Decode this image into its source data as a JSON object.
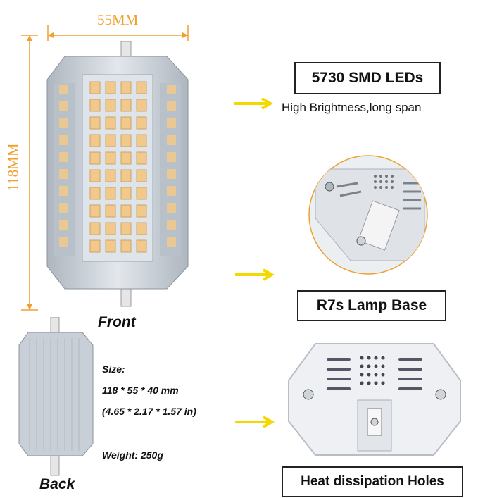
{
  "dimensions": {
    "width_label": "55MM",
    "height_label": "118MM"
  },
  "front": {
    "caption": "Front"
  },
  "back": {
    "caption": "Back"
  },
  "features": [
    {
      "title": "5730 SMD LEDs",
      "subtitle": "High Brightness,long span"
    },
    {
      "title": "R7s Lamp Base"
    },
    {
      "title": "Heat dissipation Holes"
    }
  ],
  "specs": {
    "size_label": "Size:",
    "size_mm": "118 * 55 * 40 mm",
    "size_in": "(4.65 * 2.17 * 1.57 in)",
    "weight": "Weight: 250g"
  },
  "colors": {
    "dimension_line": "#f0a030",
    "arrow": "#f5d800",
    "led": "#f2c98a",
    "aluminum": "#c9cfd6"
  }
}
